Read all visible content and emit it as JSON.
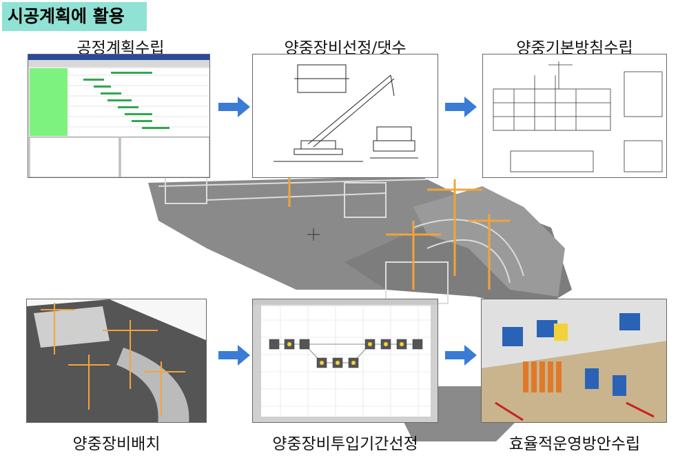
{
  "badge": "시공계획에 활용",
  "captions": {
    "schedule": "공정계획수립",
    "crane_select": "양중장비선정/댓수",
    "lift_plan": "양중기본방침수립",
    "placement": "양중장비배치",
    "period": "양중장비투입기간선정",
    "operation": "효율적운영방안수립"
  },
  "colors": {
    "badge": "#8fe2d4",
    "arrow": "#3a7bd5",
    "crane": "#f2a43a",
    "ground": "#8a8a8a"
  }
}
